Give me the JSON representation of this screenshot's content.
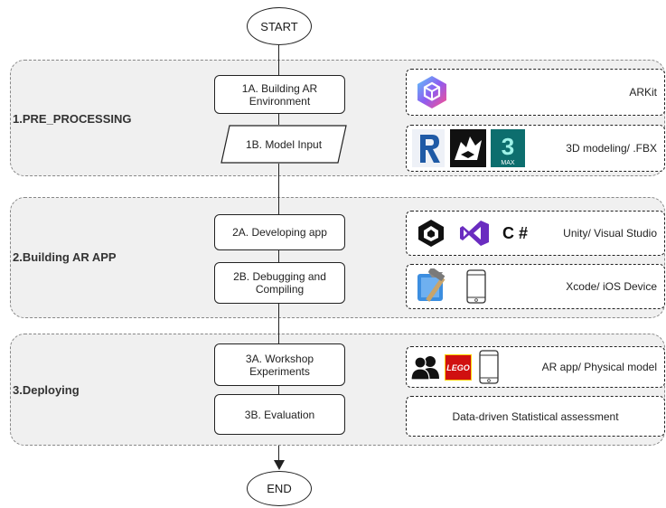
{
  "terminals": {
    "start": "START",
    "end": "END"
  },
  "phases": [
    {
      "label": "1.PRE_PROCESSING"
    },
    {
      "label": "2.Building AR APP"
    },
    {
      "label": "3.Deploying"
    }
  ],
  "steps": {
    "s1a": "1A. Building AR\nEnvironment",
    "s1b": "1B. Model Input",
    "s2a": "2A. Developing app",
    "s2b": "2B. Debugging and\nCompiling",
    "s3a": "3A. Workshop\nExperiments",
    "s3b": "3B. Evaluation"
  },
  "tools": {
    "arkit": "ARKit",
    "modeling": "3D modeling/ .FBX",
    "unity": "Unity/ Visual Studio",
    "csharp": "C #",
    "xcode": "Xcode/ iOS Device",
    "ar_physical": "AR app/ Physical model",
    "lego": "LEGO",
    "max_badge": "MAX",
    "stat": "Data-driven Statistical assessment"
  },
  "colors": {
    "phase_bg": "#f0f0f0",
    "border": "#222222",
    "dashed": "#888888"
  }
}
